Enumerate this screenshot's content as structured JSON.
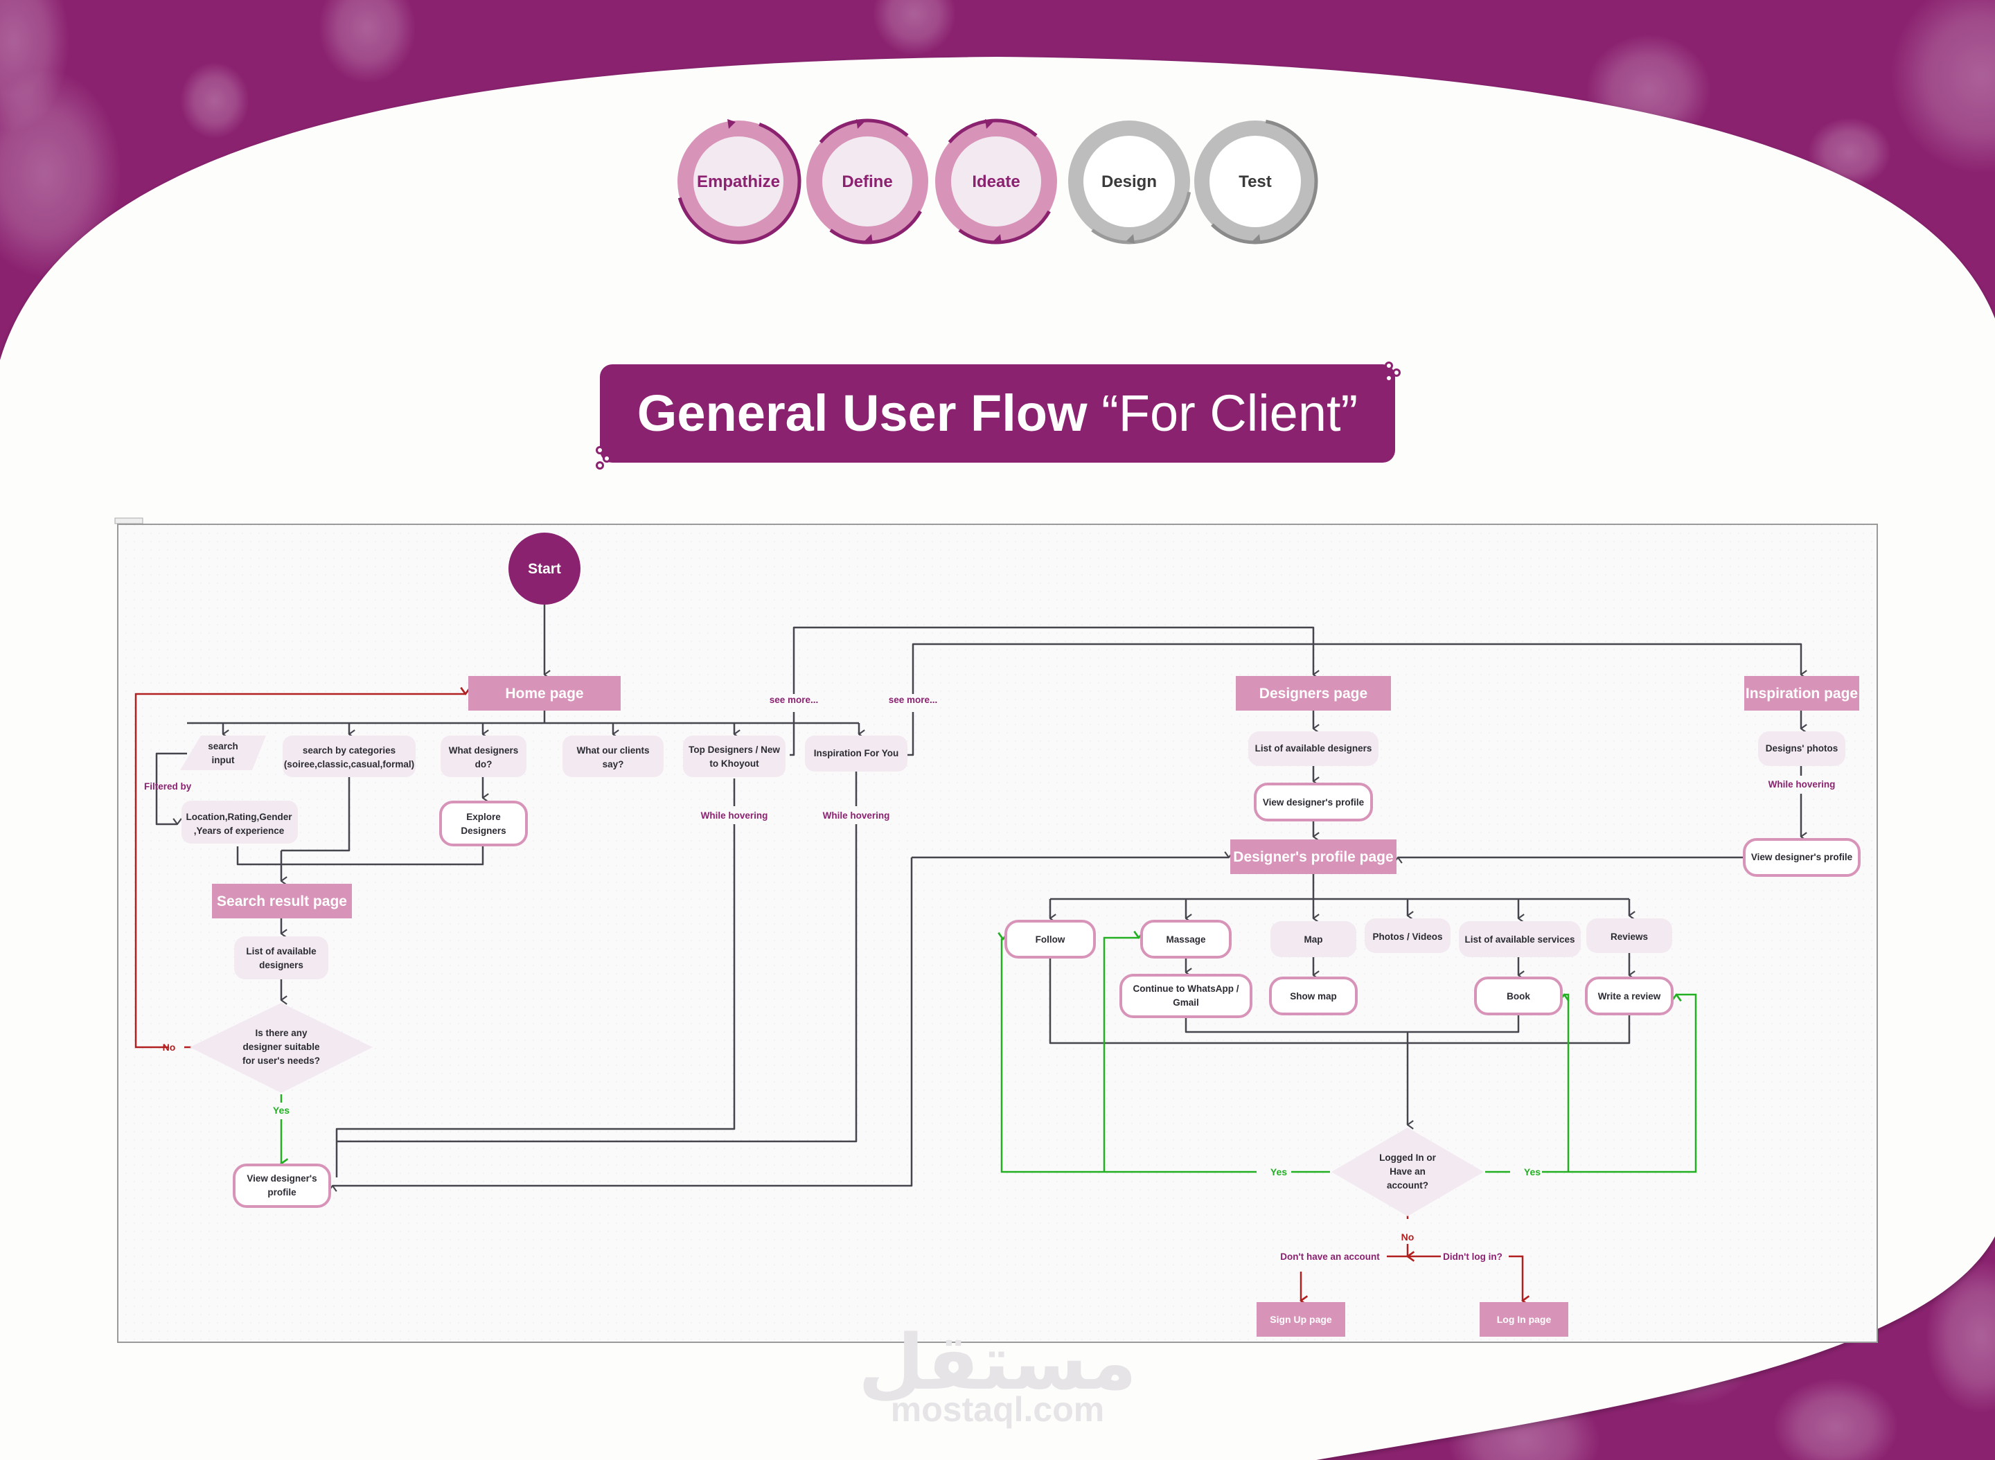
{
  "colors": {
    "brand": "#8b2270",
    "page_box": "#d894b8",
    "node_fill": "#f3e9f1",
    "outlined_border": "#d894b8",
    "connector": "#45454d",
    "yes": "#22b022",
    "no": "#b02020",
    "phase_inactive": "#bdbdbd"
  },
  "process": {
    "phases": [
      {
        "label": "Empathize",
        "status": "done"
      },
      {
        "label": "Define",
        "status": "done"
      },
      {
        "label": "Ideate",
        "status": "done"
      },
      {
        "label": "Design",
        "status": "pending"
      },
      {
        "label": "Test",
        "status": "pending"
      }
    ]
  },
  "title": {
    "main": "General User Flow ",
    "quoted": "“For Client”"
  },
  "flow": {
    "start": "Start",
    "home_page": "Home page",
    "home_children": {
      "search_input": [
        "search",
        "input"
      ],
      "search_categories": [
        "search by categories",
        "(soiree,classic,casual,formal)"
      ],
      "what_designers_do": [
        "What designers",
        "do?"
      ],
      "what_clients_say": [
        "What our clients",
        "say?"
      ],
      "top_designers": [
        "Top Designers / New",
        "to Khoyout"
      ],
      "inspiration_for_you": [
        "Inspiration For You"
      ]
    },
    "filtered_by": "Filtered by",
    "filters": [
      "Location,Rating,Gender",
      ",Years of experience"
    ],
    "explore_designers": [
      "Explore",
      "Designers"
    ],
    "see_more_1": "see more...",
    "see_more_2": "see more...",
    "while_hovering_1": "While hovering",
    "while_hovering_2": "While hovering",
    "while_hovering_3": "While hovering",
    "search_result_page": "Search result page",
    "list_available_designers_left": [
      "List of available",
      "designers"
    ],
    "decision_suitable": [
      "Is there any",
      "designer suitable",
      "for user's needs?"
    ],
    "no_label_left": "No",
    "yes_label_left": "Yes",
    "view_profile_left": [
      "View designer's",
      "profile"
    ],
    "designers_page": "Designers page",
    "list_available_designers_right": "List of available designers",
    "view_profile_mid": "View designer's profile",
    "inspiration_page": "Inspiration page",
    "designs_photos": "Designs' photos",
    "view_profile_right": "View designer's profile",
    "designer_profile_page": "Designer's profile page",
    "profile_children": {
      "follow": "Follow",
      "massage": "Massage",
      "map": "Map",
      "photos_videos": "Photos / Videos",
      "services": "List of available services",
      "reviews": "Reviews"
    },
    "continue_whatsapp": [
      "Continue to WhatsApp /",
      "Gmail"
    ],
    "show_map": "Show map",
    "book": "Book",
    "write_review": "Write a review",
    "decision_logged": [
      "Logged In or",
      "Have an",
      "account?"
    ],
    "yes_label_a": "Yes",
    "yes_label_b": "Yes",
    "no_label_logged": "No",
    "dont_have_account": "Don't have an account",
    "didnt_log_in": "Didn't log in?",
    "sign_up_page": "Sign Up page",
    "log_in_page": "Log In page"
  },
  "watermark": {
    "arabic": "مستقل",
    "latin": "mostaql.com"
  }
}
